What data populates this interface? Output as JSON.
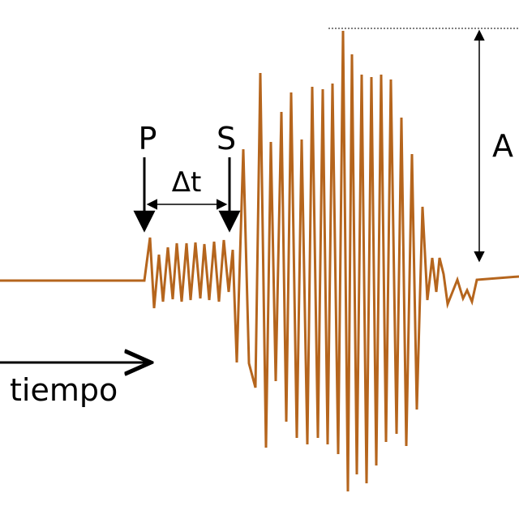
{
  "labels": {
    "p_wave": "P",
    "s_wave": "S",
    "delta_t": "Δt",
    "amplitude": "A",
    "time_axis": "tiempo"
  },
  "colors": {
    "signal": "#B5651D",
    "annotation": "#000000",
    "background": "#ffffff"
  }
}
